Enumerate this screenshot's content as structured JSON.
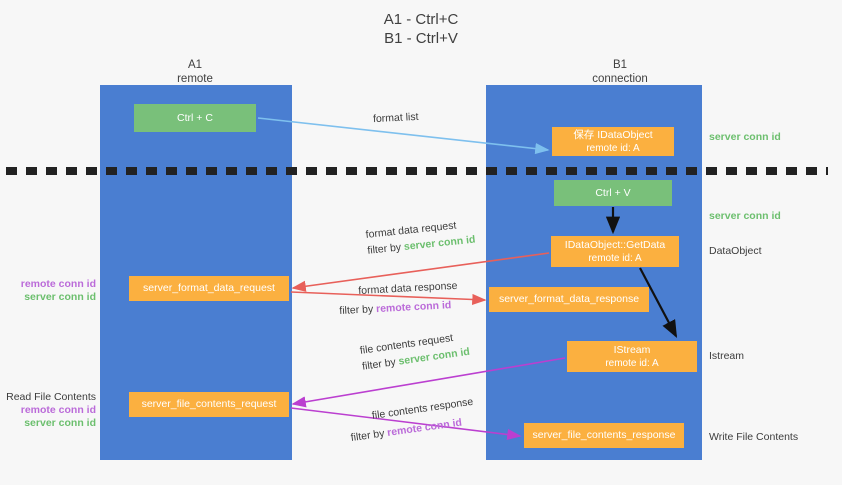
{
  "title": {
    "line1": "A1 - Ctrl+C",
    "line2": "B1 - Ctrl+V"
  },
  "lanes": [
    {
      "name": "A1",
      "sub": "remote"
    },
    {
      "name": "B1",
      "sub": "connection"
    }
  ],
  "colors": {
    "lane": "#4a7ed1",
    "green_box": "#79c07a",
    "orange_box": "#fbb040",
    "server_conn": "#6cbf6e",
    "remote_conn": "#bb6bd9",
    "format_list_arrow": "#7ec0ee",
    "format_data_arrow": "#e8605a",
    "file_contents_arrow": "#bb3fd0",
    "divider": "#222222",
    "background": "#f7f7f7"
  },
  "boxes": {
    "ctrl_c": {
      "line1": "Ctrl + C"
    },
    "idataobject": {
      "line1": "保存 IDataObject",
      "line2": "remote id: A"
    },
    "ctrl_v": {
      "line1": "Ctrl + V"
    },
    "getdata": {
      "line1": "IDataObject::GetData",
      "line2": "remote id: A"
    },
    "server_format_data_request": {
      "line1": "server_format_data_request"
    },
    "server_format_data_response": {
      "line1": "server_format_data_response"
    },
    "istream": {
      "line1": "IStream",
      "line2": "remote id: A"
    },
    "server_file_contents_request": {
      "line1": "server_file_contents_request"
    },
    "server_file_contents_response": {
      "line1": "server_file_contents_response"
    }
  },
  "edge_labels": {
    "format_list": "format list",
    "format_data_request": {
      "line1": "format data request",
      "prefix": "filter by ",
      "token": "server conn id"
    },
    "format_data_response": {
      "line1": "format data response",
      "prefix": "filter by ",
      "token": "remote conn id"
    },
    "file_contents_request": {
      "line1": "file contents request",
      "prefix": "filter by ",
      "token": "server conn id"
    },
    "file_contents_response": {
      "line1": "file contents response",
      "prefix": "filter by ",
      "token": "remote conn id"
    }
  },
  "side_labels": {
    "server_conn_id_top": "server conn id",
    "server_conn_id_mid": "server conn id",
    "dataobject": "DataObject",
    "istream": "Istream",
    "write_file_contents": "Write File Contents",
    "read_file_contents": "Read File Contents",
    "remote_conn_id": "remote conn id",
    "server_conn_id": "server conn id"
  }
}
